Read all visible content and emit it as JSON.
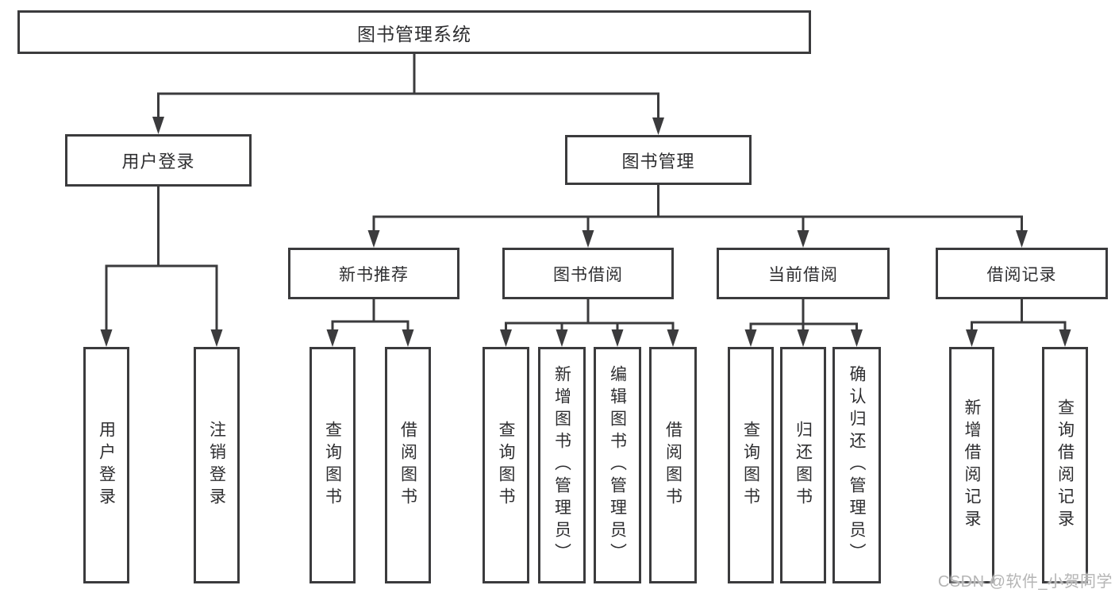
{
  "diagram": {
    "type": "hierarchy-tree",
    "colors": {
      "line": "#3b3b3d",
      "text": "#2e2e30",
      "background": "#ffffff",
      "watermark": "#b5b5b5"
    },
    "tree": {
      "label": "图书管理系统",
      "children": [
        {
          "label": "用户登录",
          "children": [
            {
              "label": "用户登录"
            },
            {
              "label": "注销登录"
            }
          ]
        },
        {
          "label": "图书管理",
          "children": [
            {
              "label": "新书推荐",
              "children": [
                {
                  "label": "查询图书"
                },
                {
                  "label": "借阅图书"
                }
              ]
            },
            {
              "label": "图书借阅",
              "children": [
                {
                  "label": "查询图书"
                },
                {
                  "label": "新增图书（管理员）"
                },
                {
                  "label": "编辑图书（管理员）"
                },
                {
                  "label": "借阅图书"
                }
              ]
            },
            {
              "label": "当前借阅",
              "children": [
                {
                  "label": "查询图书"
                },
                {
                  "label": "归还图书"
                },
                {
                  "label": "确认归还（管理员）"
                }
              ]
            },
            {
              "label": "借阅记录",
              "children": [
                {
                  "label": "新增借阅记录"
                },
                {
                  "label": "查询借阅记录"
                }
              ]
            }
          ]
        }
      ]
    }
  },
  "watermark": {
    "text": "CSDN @软件_小贺同学"
  }
}
